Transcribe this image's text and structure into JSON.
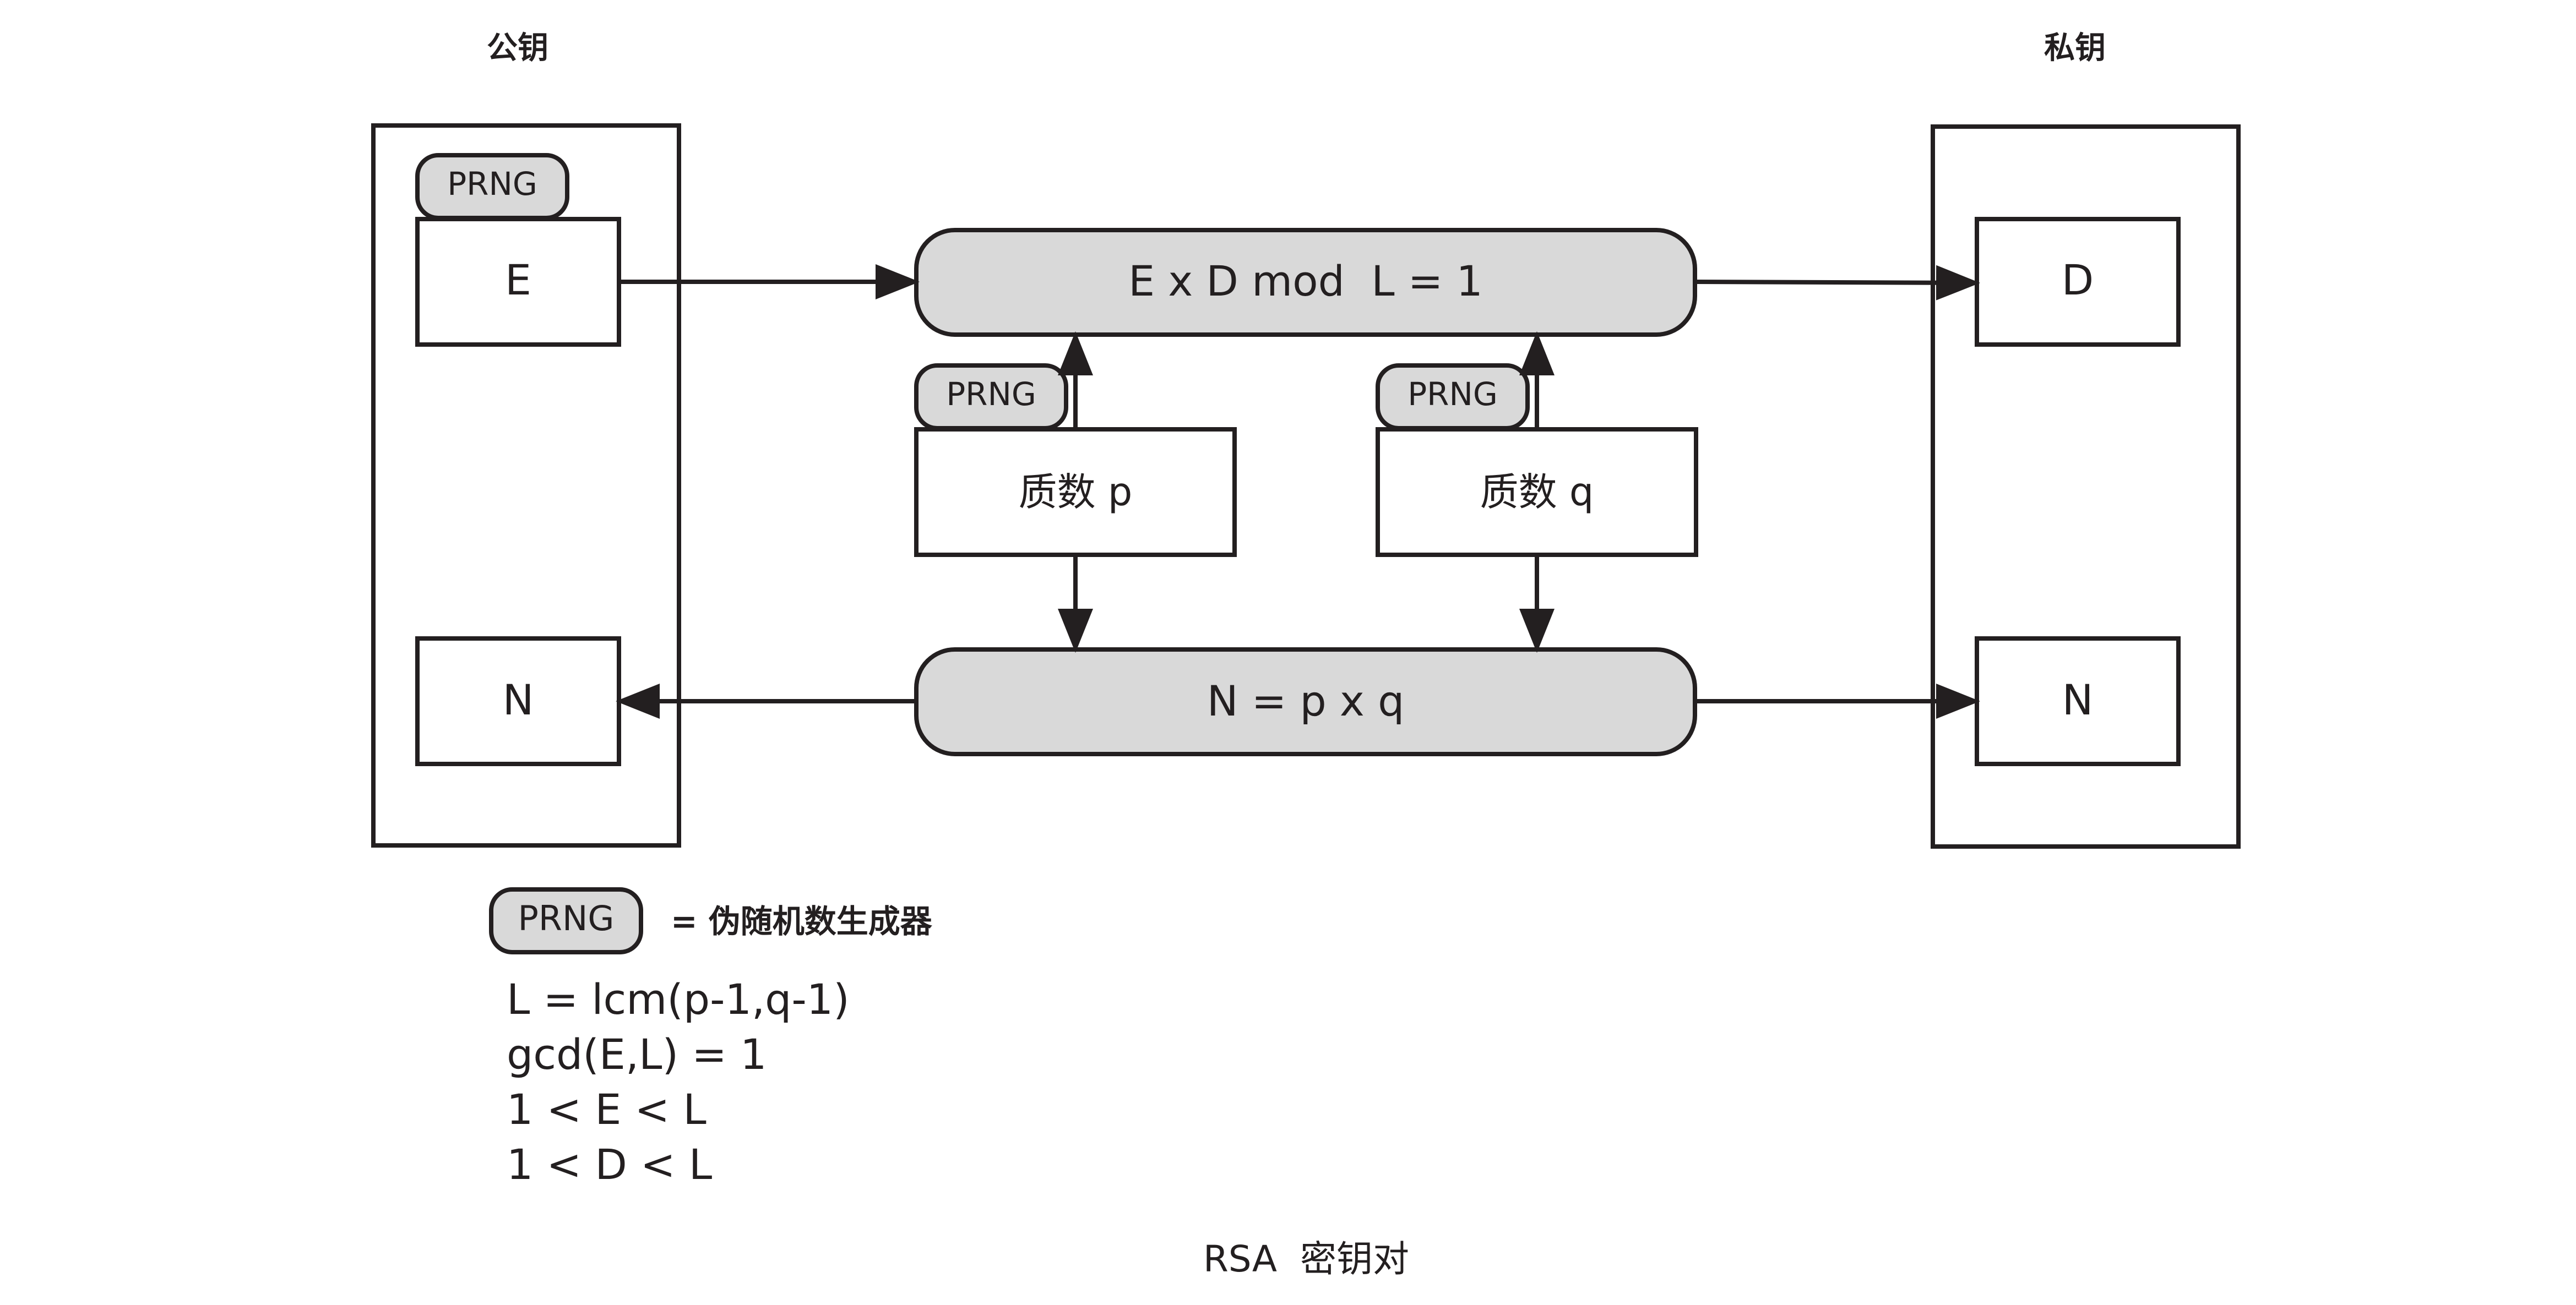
{
  "public_key": {
    "heading": "公钥",
    "prng_tag": "PRNG",
    "e_label": "E",
    "n_label": "N"
  },
  "private_key": {
    "heading": "私钥",
    "d_label": "D",
    "n_label": "N"
  },
  "equations": {
    "exd": "E x D mod  L = 1",
    "n_eq": "N = p x q"
  },
  "primes": {
    "p": {
      "prng_tag": "PRNG",
      "label": "质数 p"
    },
    "q": {
      "prng_tag": "PRNG",
      "label": "质数 q"
    }
  },
  "legend": {
    "prng_tag": "PRNG",
    "prng_meaning": "= 伪随机数生成器",
    "formulas": [
      "L = lcm(p-1,q-1)",
      "gcd(E,L) = 1",
      "1 < E < L",
      "1 < D < L"
    ]
  },
  "caption": "RSA  密钥对",
  "colors": {
    "ink": "#231f20",
    "fill_gray": "#d9d9d9",
    "background": "#ffffff"
  }
}
